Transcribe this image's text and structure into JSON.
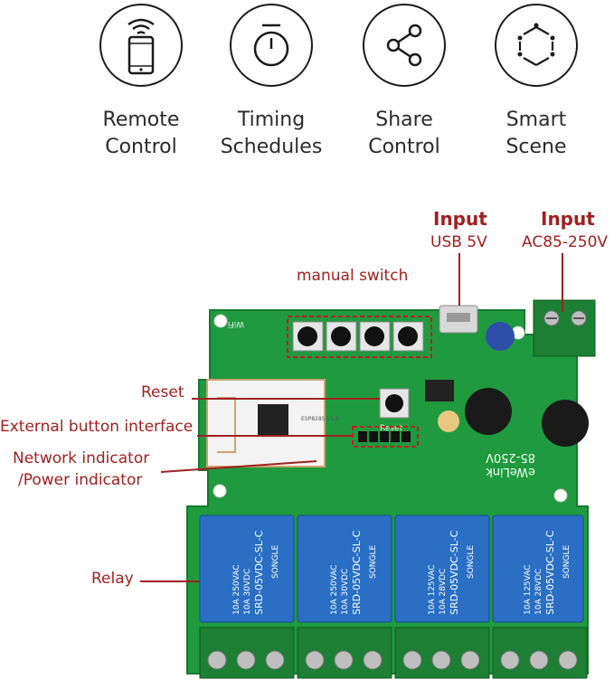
{
  "features": [
    {
      "line1": "Remote",
      "line2": "Control",
      "icon": "phone-wifi-icon"
    },
    {
      "line1": "Timing",
      "line2": "Schedules",
      "icon": "stopwatch-icon"
    },
    {
      "line1": "Share",
      "line2": "Control",
      "icon": "share-icon"
    },
    {
      "line1": "Smart",
      "line2": "Scene",
      "icon": "hexagon-dots-icon"
    }
  ],
  "callouts": {
    "input_usb_title": "Input",
    "input_usb_sub": "USB 5V",
    "input_ac_title": "Input",
    "input_ac_sub": "AC85-250V",
    "manual_switch": "manual switch",
    "reset": "Reset",
    "external_button": "External button interface",
    "network_indicator_1": "Network indicator",
    "network_indicator_2": "/Power indicator",
    "relay": "Relay"
  },
  "board": {
    "brand": "eWeLink",
    "voltage": "85-250V",
    "wifi": "WiFi",
    "reset_silk": "Reset",
    "module_text": "ESP8285 V1.0",
    "relay_brand": "SONGLE",
    "relay_model": "SRD-05VDC-SL-C",
    "relay_rating_1": "10A 250VAC",
    "relay_rating_2": "10A 30VDC",
    "relay_rating_3": "10A 125VAC",
    "relay_rating_4": "10A 28VDC"
  },
  "colors": {
    "callout": "#a02020",
    "pcb": "#1f9a3e",
    "relay": "#2a6fc4",
    "terminal": "#1c7f34"
  }
}
